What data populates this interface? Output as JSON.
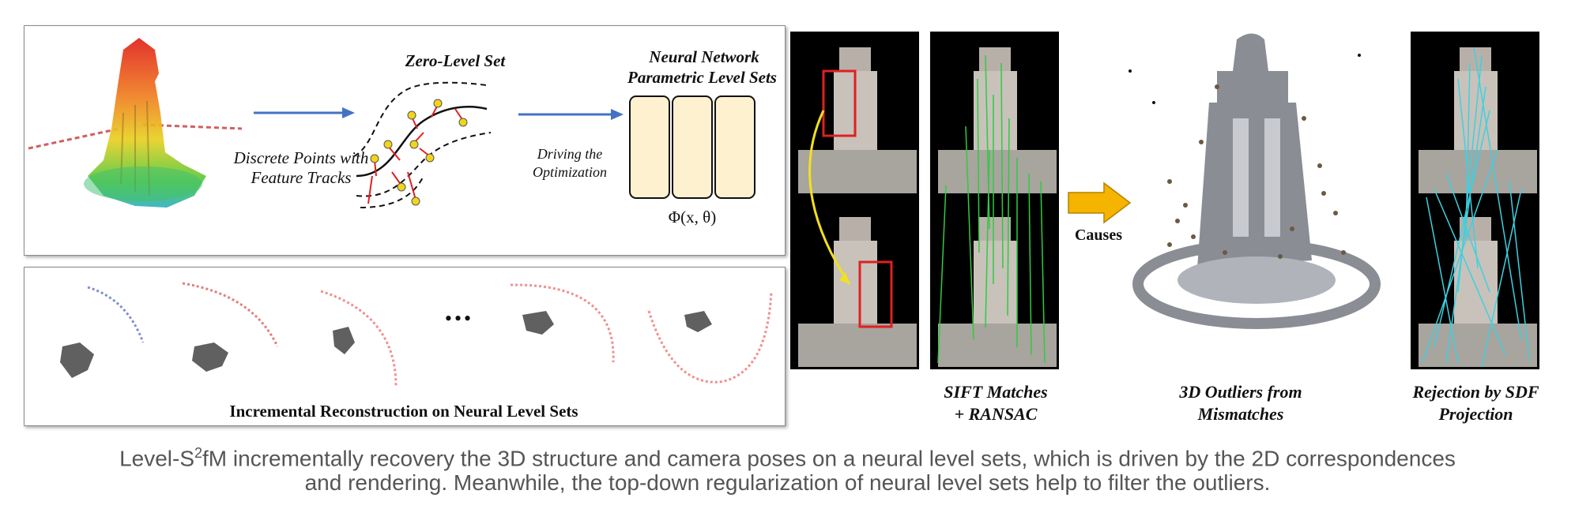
{
  "top_panel": {
    "arrow1_label": "Discrete Points with Feature Tracks",
    "arrow1_line1": "Discrete Points with",
    "arrow1_line2": "Feature Tracks",
    "zero_level_title": "Zero-Level Set",
    "arrow2_line1": "Driving the",
    "arrow2_line2": "Optimization",
    "nn_title_line1": "Neural Network",
    "nn_title_line2": "Parametric Level Sets",
    "phi_label": "Φ(x, θ)"
  },
  "bottom_panel": {
    "ellipsis": "•••",
    "title": "Incremental Reconstruction on Neural Level Sets"
  },
  "right_section": {
    "causes_label": "Causes",
    "sift_line1": "SIFT Matches",
    "sift_line2": "+ RANSAC",
    "outliers_line1": "3D Outliers from",
    "outliers_line2": "Mismatches",
    "rejection_line1": "Rejection by SDF",
    "rejection_line2": "Projection"
  },
  "caption": {
    "line1_prefix": "Level-S",
    "line1_sup": "2",
    "line1_rest": "fM incrementally recovery the 3D structure and camera poses on a neural level sets, which is driven by the 2D correspondences",
    "line2": "and rendering. Meanwhile, the top-down regularization of neural level sets help to filter the outliers."
  },
  "colors": {
    "arrow_blue": "#4472c4",
    "nn_box_fill": "#fdf1d0",
    "causes_arrow": "#f4b400",
    "match_green": "#2ecc40",
    "match_cyan": "#3fd0e0",
    "highlight_red": "#e02020",
    "caption_gray": "#555555"
  }
}
